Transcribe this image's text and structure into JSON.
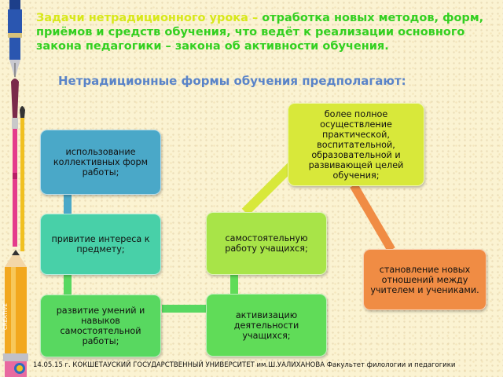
{
  "heading": {
    "prefix": "Задачи нетрадиционного урока  – ",
    "body": "отработка новых методов, форм, приёмов и средств обучения, что ведёт к реализации основного закона педагогики – закона об активности обучения."
  },
  "subheading": "Нетрадиционные формы обучения предполагают:",
  "boxes": {
    "collective": "использование коллективных форм работы;",
    "interest": "привитие интереса к предмету;",
    "skills": "развитие умений и навыков самостоятельной работы;",
    "independent": "самостоятельную работу учащихся;",
    "activation": "активизацию деятельности учащихся;",
    "fuller": "более полное осуществление практической, воспитательной, образовательной и развивающей целей обучения;",
    "relations": "становление новых отношений между учителем и учениками."
  },
  "colors": {
    "collective": "#4aa8c8",
    "interest": "#48d0a8",
    "skills": "#58d860",
    "independent": "#a8e448",
    "activation": "#60dc58",
    "fuller": "#d8e83a",
    "relations": "#f08c44"
  },
  "footer": "14.05.15 г. КОКШЕТАУСКИЙ ГОСУДАРСТВЕННЫЙ УНИВЕРСИТЕТ им.Ш.УАЛИХАНОВА  Факультет филологии и педагогики"
}
